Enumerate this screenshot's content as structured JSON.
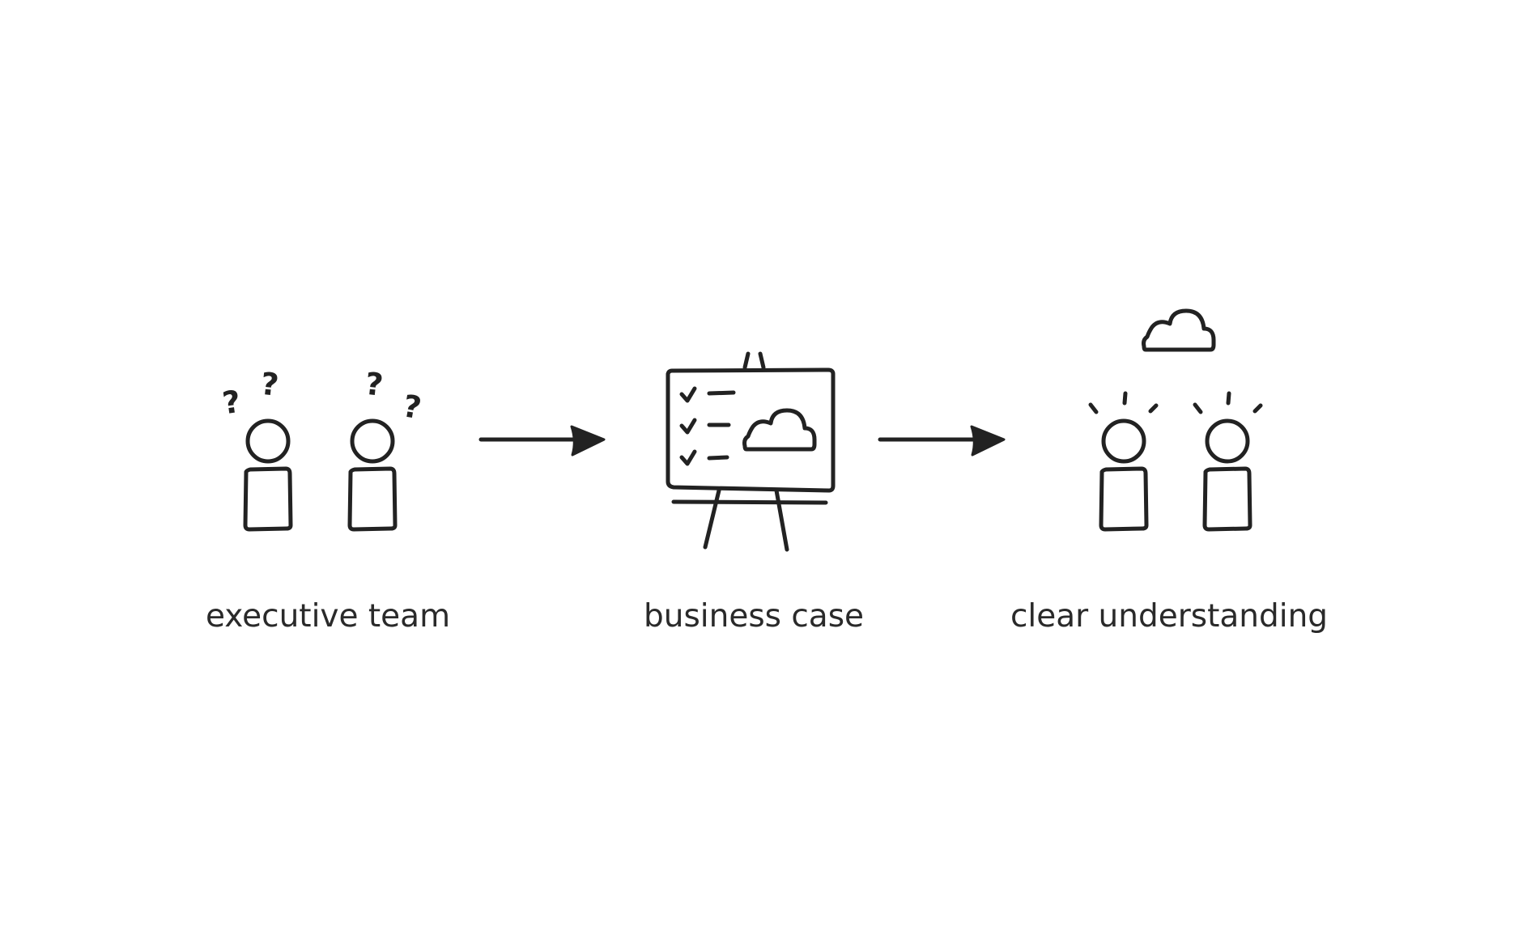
{
  "diagram": {
    "steps": [
      {
        "label": "executive team",
        "icon": "confused-people-icon"
      },
      {
        "label": "business case",
        "icon": "presentation-easel-icon"
      },
      {
        "label": "clear understanding",
        "icon": "enlightened-people-icon"
      }
    ],
    "connectors": [
      {
        "from": 0,
        "to": 1,
        "icon": "arrow-right-icon"
      },
      {
        "from": 1,
        "to": 2,
        "icon": "arrow-right-icon"
      }
    ],
    "question_mark": "?",
    "colors": {
      "ink": "#222222",
      "label": "#2a2a2a",
      "background": "#ffffff"
    }
  }
}
